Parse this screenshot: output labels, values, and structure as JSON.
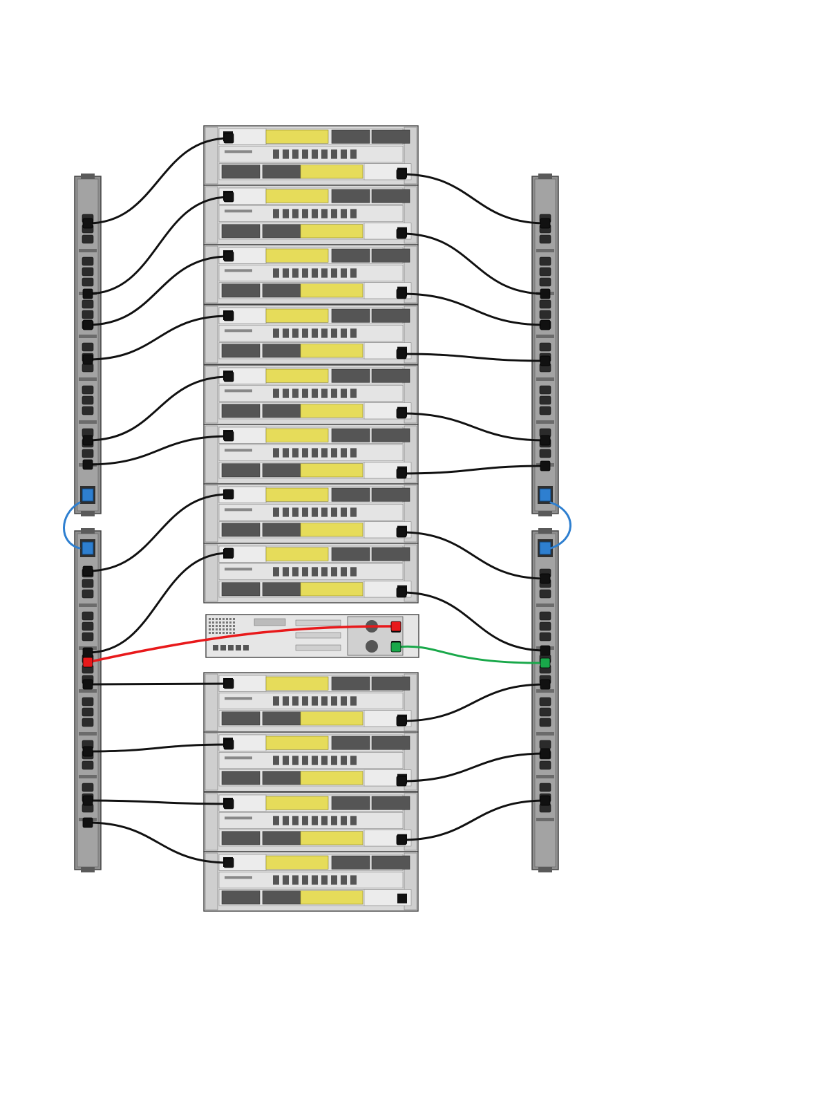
{
  "diagram": {
    "kind": "rack power cabling diagram",
    "colors": {
      "background": "#ffffff",
      "pdu_body": "#8f8f8f",
      "pdu_dark": "#5a5a5a",
      "chassis": "#d9d9d9",
      "chassis_dark": "#9a9a9a",
      "bay": "#555555",
      "latch": "#e6dc5a",
      "power_cable": "#111111",
      "controller_cable_a": "#e8191b",
      "controller_cable_b": "#19a84a",
      "pdu_link_cable": "#2e7fd0",
      "pdu_link_port": "#2e7fd0"
    },
    "icons": {
      "pdu": "pdu-strip-icon",
      "shelf": "disk-shelf-icon",
      "controller": "storage-controller-icon",
      "outlet": "power-outlet-icon",
      "inlet": "power-inlet-icon"
    },
    "upper_shelf_count": 8,
    "lower_shelf_count": 4,
    "controller_count": 1,
    "pdu_count": 4
  }
}
